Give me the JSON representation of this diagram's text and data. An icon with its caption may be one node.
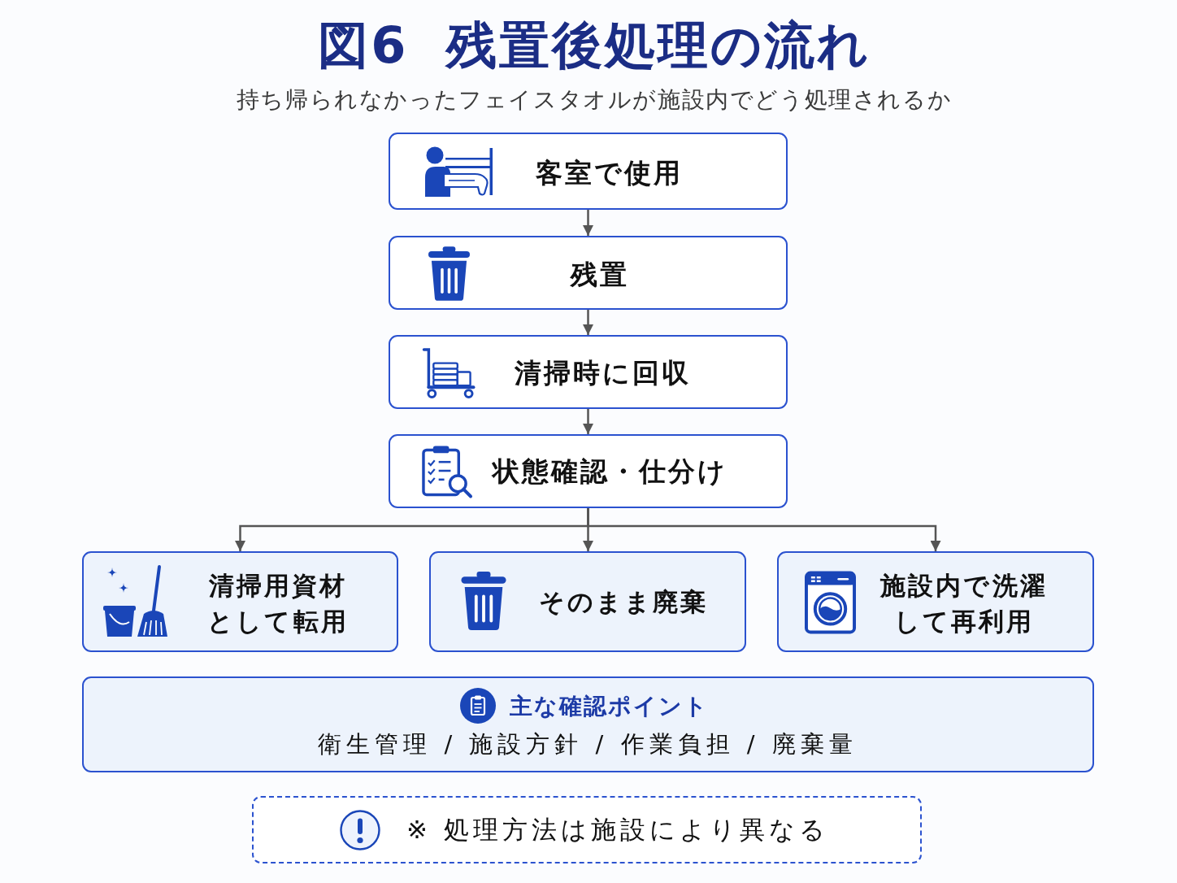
{
  "diagram": {
    "title": "図6 残置後処理の流れ",
    "nodes": [
      {
        "text": [
          "客室で使用"
        ]
      },
      {
        "text": [
          "残置"
        ]
      },
      {
        "text": [
          "清掃時に回収"
        ]
      },
      {
        "text": [
          "状態確認・仕分け"
        ]
      },
      {
        "text": [
          "清掃用資材として転用"
        ]
      },
      {
        "text": [
          "そのまま廃棄"
        ]
      },
      {
        "text": [
          "施設内で洗濯して再利用"
        ]
      },
      {
        "text": [
          "主な確認ポイント",
          "衛生管理 / 施設方針 / 作業負担 / 廃棄量"
        ]
      },
      {
        "text": [
          "※ 処理方法は施設により異なる"
        ]
      }
    ],
    "edges": [
      {
        "from": 0,
        "to": 1,
        "arrow": "to"
      },
      {
        "from": 1,
        "to": 2,
        "arrow": "to"
      },
      {
        "from": 2,
        "to": 3,
        "arrow": "to"
      },
      {
        "from": 3,
        "to": 4,
        "arrow": "to"
      },
      {
        "from": 3,
        "to": 5,
        "arrow": "to"
      },
      {
        "from": 3,
        "to": 6,
        "arrow": "to"
      }
    ],
    "labels": [
      "持ち帰られなかったフェイスタオルが施設内でどう処理されるか"
    ]
  }
}
